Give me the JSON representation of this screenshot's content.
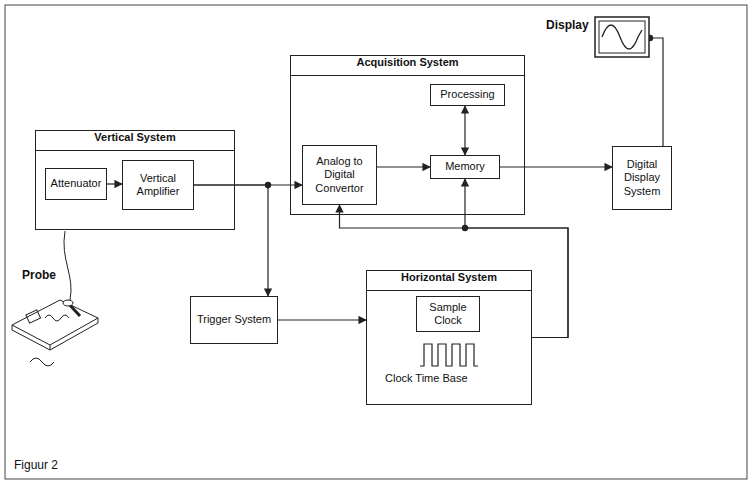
{
  "diagram": {
    "caption": "Figuur 2",
    "nodes": [
      {
        "text": [
          "Vertical System"
        ]
      },
      {
        "text": [
          "Attenuator"
        ],
        "in": 0
      },
      {
        "text": [
          "Vertical Amplifier"
        ],
        "in": 0
      },
      {
        "text": [
          "Acquisition System"
        ]
      },
      {
        "text": [
          "Processing"
        ],
        "in": 3
      },
      {
        "text": [
          "Analog to Digital Convertor"
        ],
        "in": 3
      },
      {
        "text": [
          "Memory"
        ],
        "in": 3
      },
      {
        "text": [
          "Display"
        ]
      },
      {
        "text": [
          "Digital Display System"
        ]
      },
      {
        "text": [
          "Trigger System"
        ]
      },
      {
        "text": [
          "Horizontal System"
        ]
      },
      {
        "text": [
          "Sample Clock"
        ],
        "in": 10
      }
    ],
    "edges": [
      {
        "from": 1,
        "to": 2,
        "arrow": "to"
      },
      {
        "from": 2,
        "to": 5,
        "arrow": "to"
      },
      {
        "from": 2,
        "to": 9,
        "arrow": "to"
      },
      {
        "from": 9,
        "to": 10,
        "arrow": "to"
      },
      {
        "from": 10,
        "to": 6,
        "arrow": "to"
      },
      {
        "from": 10,
        "to": 5,
        "arrow": "to"
      },
      {
        "from": 4,
        "to": 6,
        "arrow": "both"
      },
      {
        "from": 5,
        "to": 6,
        "arrow": "to"
      },
      {
        "from": 6,
        "to": 8,
        "arrow": "to"
      },
      {
        "from": 8,
        "to": 7,
        "arrow": "none"
      }
    ],
    "labels": [
      "Probe",
      "Clock Time Base"
    ]
  }
}
